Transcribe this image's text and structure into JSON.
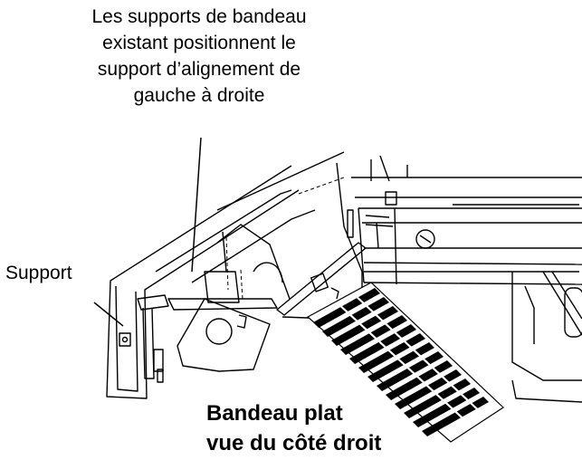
{
  "callout_lines": [
    "Les supports de bandeau",
    "existant positionnent le",
    "support d’alignement de",
    "gauche à droite"
  ],
  "support_label": "Support",
  "caption_lines": [
    "Bandeau plat",
    "vue du côté droit"
  ],
  "line_color": "#000000"
}
